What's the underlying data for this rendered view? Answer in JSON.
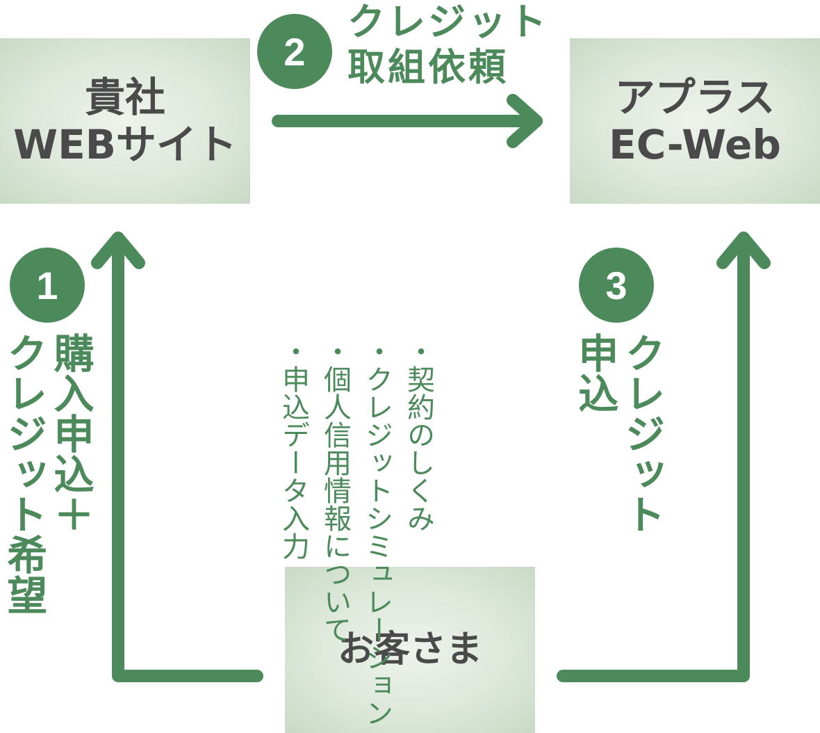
{
  "colors": {
    "accent": "#4d8a5b",
    "box_text": "#4a4a4a"
  },
  "boxes": {
    "site": {
      "line1": "貴社",
      "line2": "WEBサイト"
    },
    "aplus": {
      "line1": "アプラス",
      "line2": "EC-Web"
    },
    "customer": {
      "label": "お客さま"
    }
  },
  "steps": {
    "step1": {
      "number": "1",
      "line1": "購入申込＋",
      "line2": "クレジット希望"
    },
    "step2": {
      "number": "2",
      "line1": "クレジット",
      "line2": "取組依頼"
    },
    "step3": {
      "number": "3",
      "line1": "クレジット",
      "line2": "申込"
    }
  },
  "info_items": [
    "・契約のしくみ",
    "・クレジットシミュレーション",
    "・個人信用情報について",
    "・申込データ入力"
  ]
}
